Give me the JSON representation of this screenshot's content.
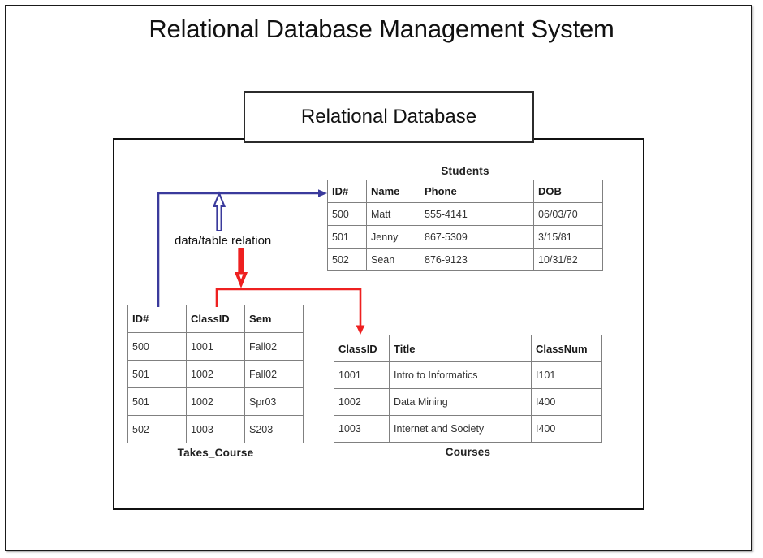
{
  "main_title": "Relational Database Management System",
  "container": {
    "box_label": "Relational Database"
  },
  "relation_label": "data/table relation",
  "colors": {
    "key_blue": "#3b4c9b",
    "header_key_blue": "#20307c",
    "key_red": "#e0605f",
    "header_key_red": "#e03020",
    "arrow_blue": "#3a3a9c",
    "arrow_red": "#ee2020",
    "frame_black": "#111111"
  },
  "tables": {
    "students": {
      "caption": "Students",
      "caption_position": "top",
      "columns": [
        "ID#",
        "Name",
        "Phone",
        "DOB"
      ],
      "rows": [
        [
          "500",
          "Matt",
          "555-4141",
          "06/03/70"
        ],
        [
          "501",
          "Jenny",
          "867-5309",
          "3/15/81"
        ],
        [
          "502",
          "Sean",
          "876-9123",
          "10/31/82"
        ]
      ]
    },
    "takes_course": {
      "caption": "Takes_Course",
      "caption_position": "bottom",
      "columns": [
        "ID#",
        "ClassID",
        "Sem"
      ],
      "rows": [
        [
          "500",
          "1001",
          "Fall02"
        ],
        [
          "501",
          "1002",
          "Fall02"
        ],
        [
          "501",
          "1002",
          "Spr03"
        ],
        [
          "502",
          "1003",
          "S203"
        ]
      ]
    },
    "courses": {
      "caption": "Courses",
      "caption_position": "bottom",
      "columns": [
        "ClassID",
        "Title",
        "ClassNum"
      ],
      "rows": [
        [
          "1001",
          "Intro to Informatics",
          "I101"
        ],
        [
          "1002",
          "Data Mining",
          "I400"
        ],
        [
          "1003",
          "Internet and Society",
          "I400"
        ]
      ]
    }
  },
  "relations": [
    {
      "name": "student-id-relation",
      "from_table": "takes_course",
      "from_column": "ID#",
      "to_table": "students",
      "to_column": "ID#",
      "color": "#3a3a9c"
    },
    {
      "name": "class-id-relation",
      "from_table": "takes_course",
      "from_column": "ClassID",
      "to_table": "courses",
      "to_column": "ClassID",
      "color": "#ee2020"
    }
  ]
}
